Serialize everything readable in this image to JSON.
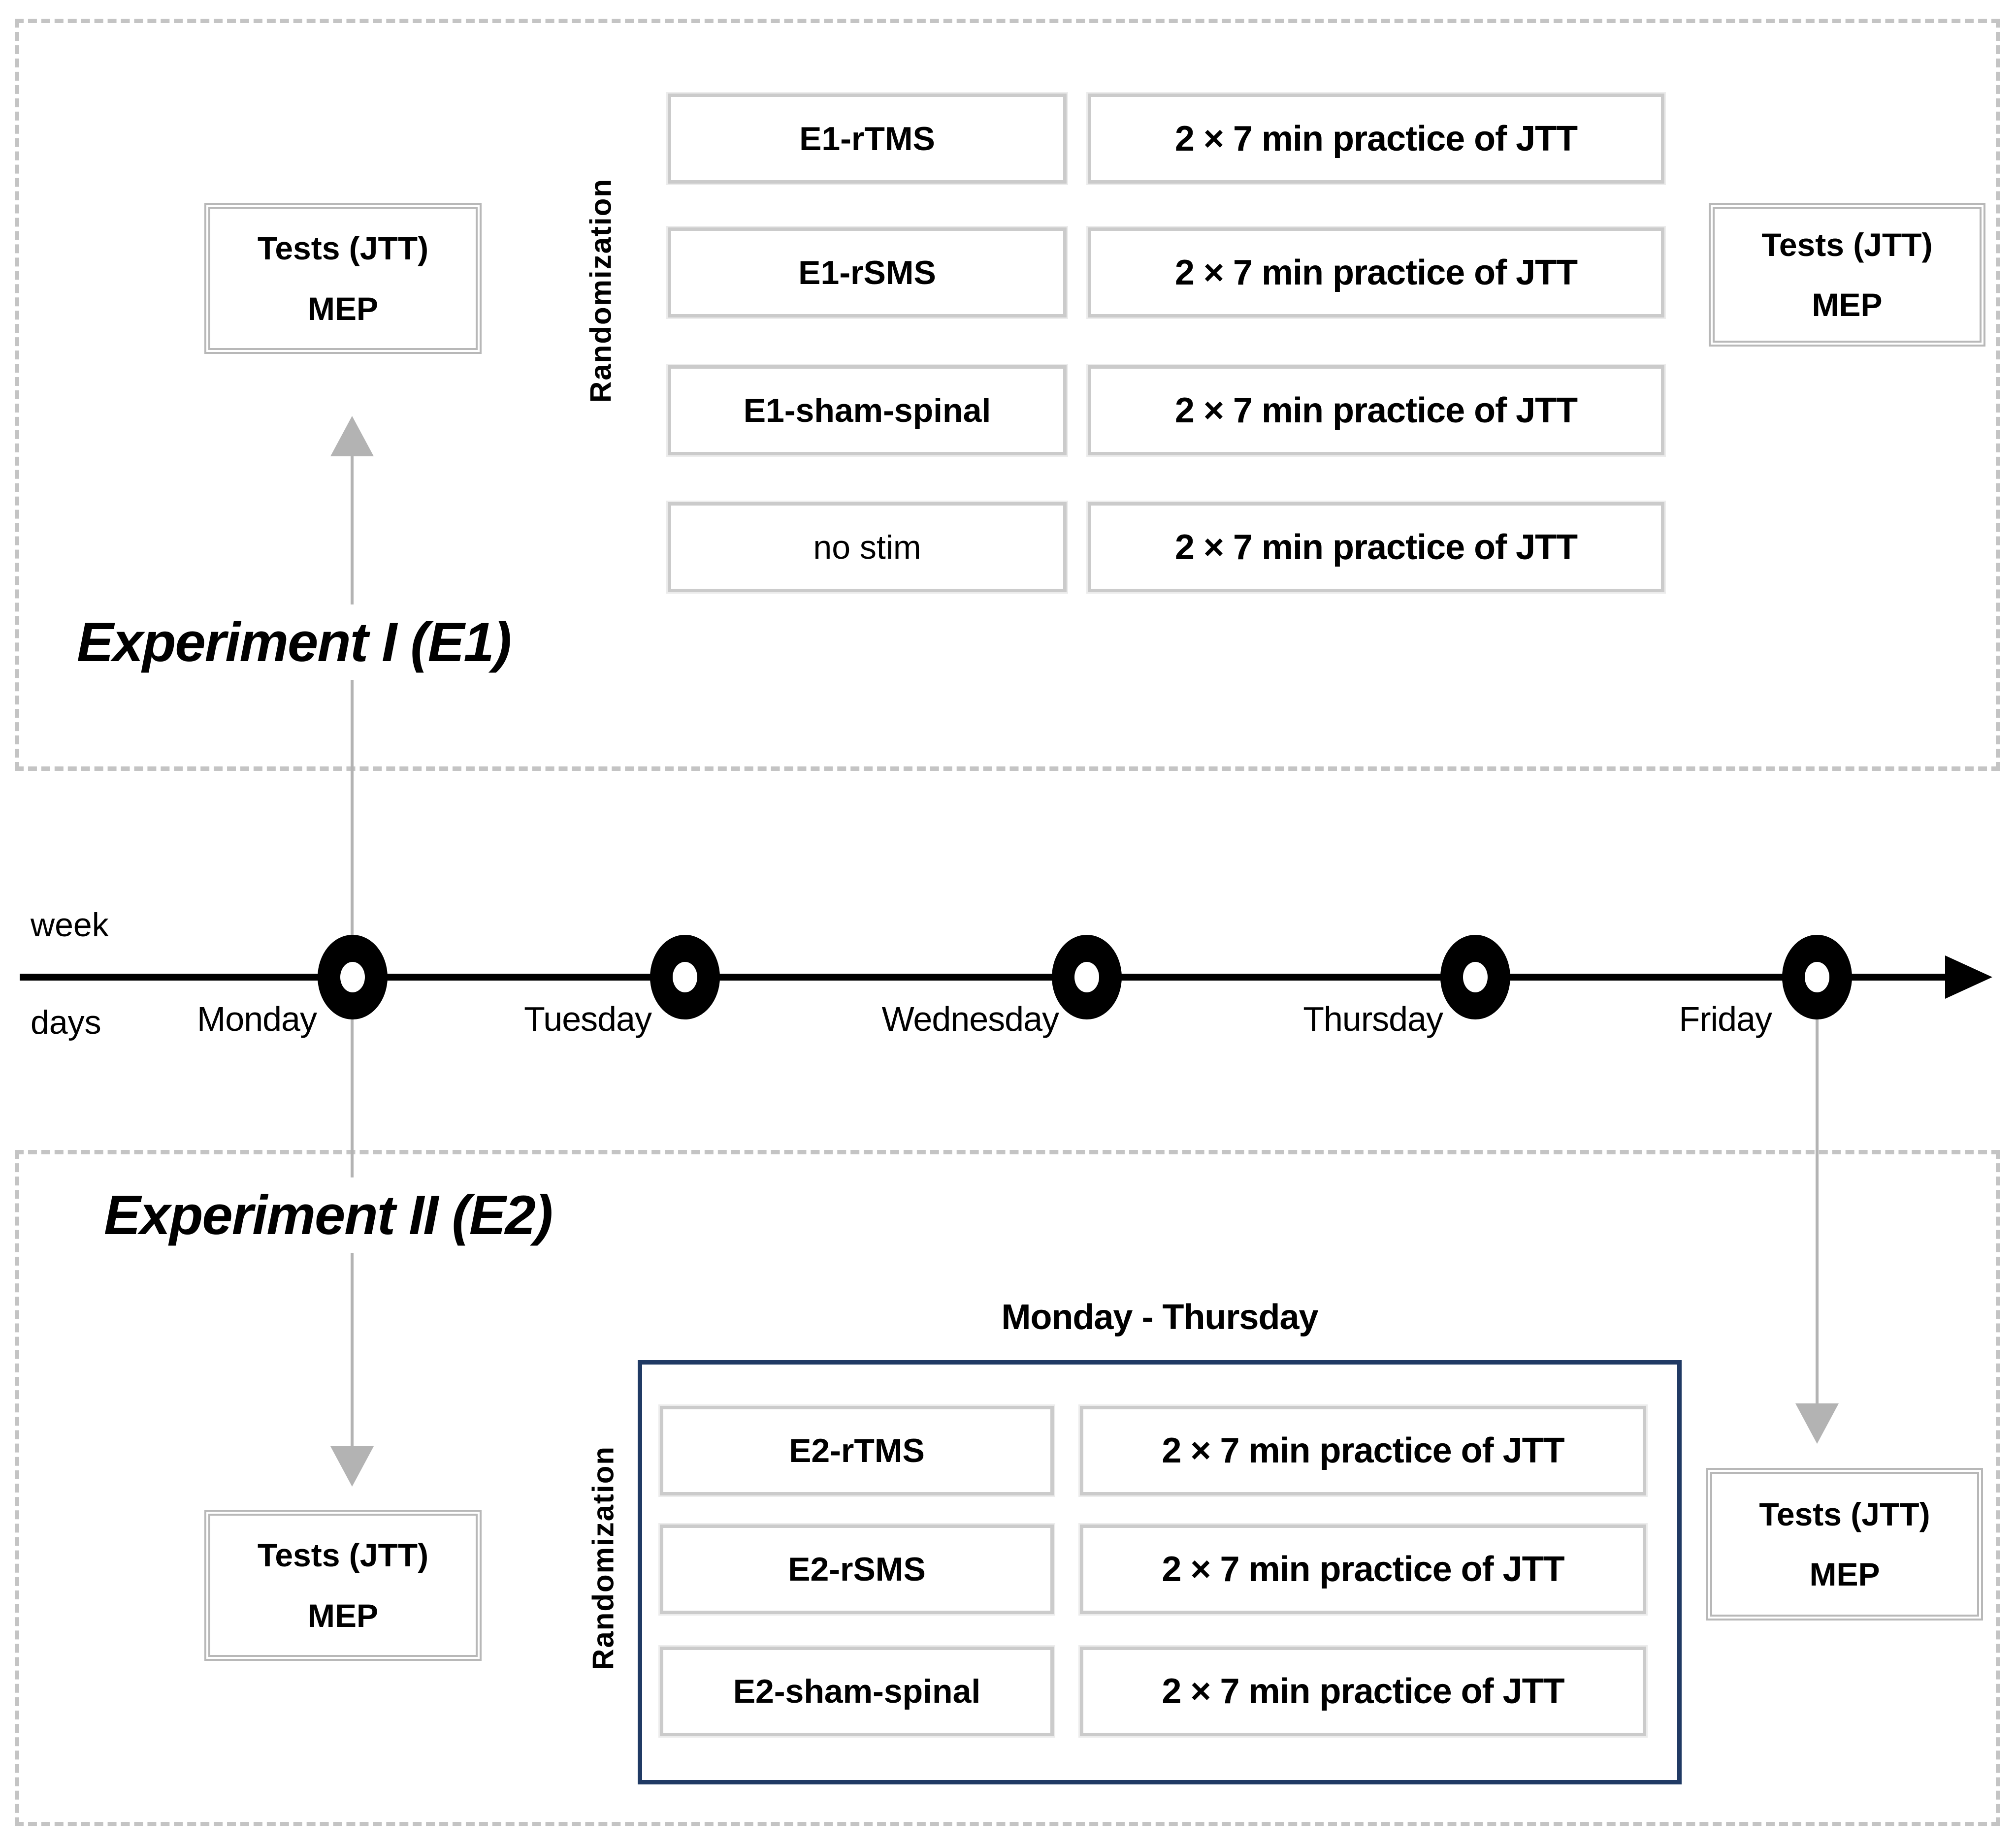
{
  "e1": {
    "title": "Experiment I (E1)",
    "randomization_label": "Randomization",
    "tests_pre": {
      "line1": "Tests (JTT)",
      "line2": "MEP"
    },
    "tests_post": {
      "line1": "Tests (JTT)",
      "line2": "MEP"
    },
    "rows": [
      {
        "label": "E1-rTMS",
        "practice": "2 × 7 min practice of JTT"
      },
      {
        "label": "E1-rSMS",
        "practice": "2 × 7 min practice of JTT"
      },
      {
        "label": "E1-sham-spinal",
        "practice": "2 × 7 min practice of JTT"
      },
      {
        "label": "no stim",
        "practice": "2 × 7 min practice of JTT"
      }
    ]
  },
  "timeline": {
    "axis_label_top": "week",
    "axis_label_bottom": "days",
    "days": [
      "Monday",
      "Tuesday",
      "Wednesday",
      "Thursday",
      "Friday"
    ]
  },
  "e2": {
    "title": "Experiment II (E2)",
    "randomization_label": "Randomization",
    "period_label": "Monday - Thursday",
    "tests_pre": {
      "line1": "Tests (JTT)",
      "line2": "MEP"
    },
    "tests_post": {
      "line1": "Tests (JTT)",
      "line2": "MEP"
    },
    "rows": [
      {
        "label": "E2-rTMS",
        "practice": "2 × 7 min practice of JTT"
      },
      {
        "label": "E2-rSMS",
        "practice": "2 × 7 min practice of JTT"
      },
      {
        "label": "E2-sham-spinal",
        "practice": "2 × 7 min practice of JTT"
      }
    ]
  },
  "colors": {
    "navy_border": "#203a64",
    "dashed_border": "#c4c4c4",
    "box_border": "#cbcbcb",
    "connector": "#b3b3b3",
    "timeline": "#000000"
  }
}
